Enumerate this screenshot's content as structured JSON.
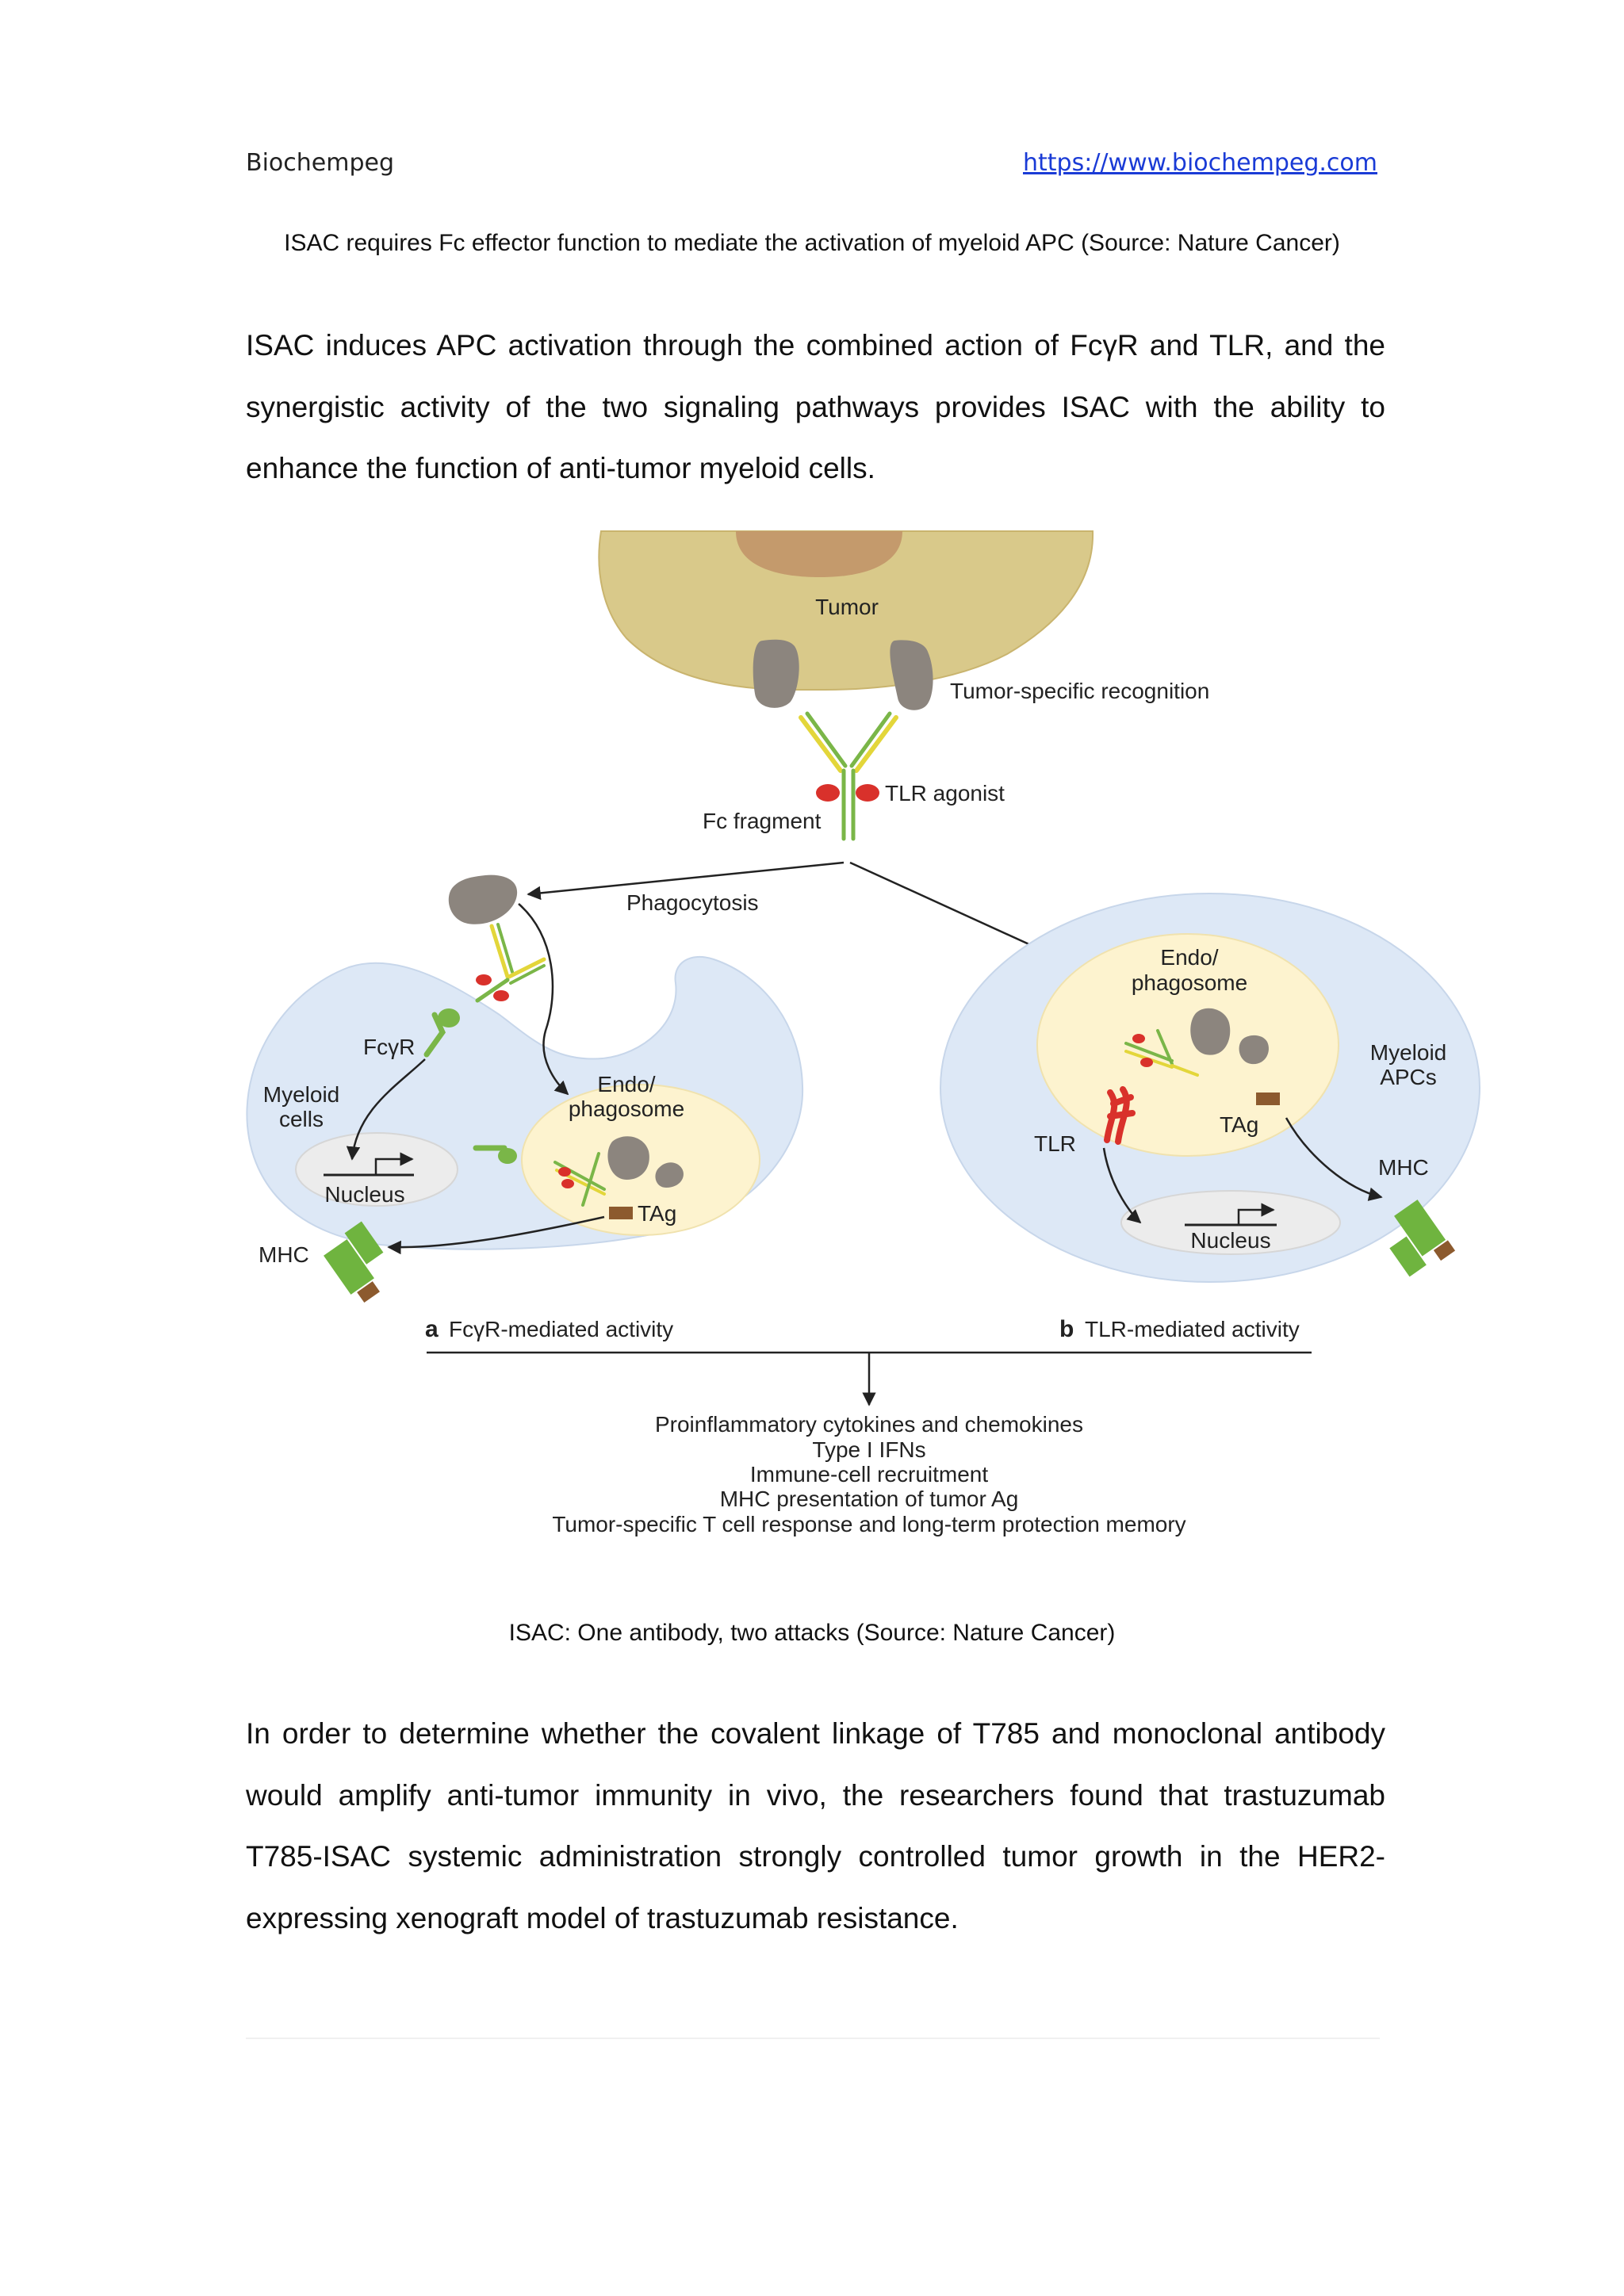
{
  "header": {
    "left": "Biochempeg",
    "right": "https://www.biochempeg.com"
  },
  "caption_top": "ISAC requires Fc effector function to mediate the activation of myeloid APC (Source: Nature Cancer)",
  "paragraph1": "ISAC induces APC activation through the combined action of FcγR and TLR, and the synergistic activity of the two signaling pathways provides ISAC with the ability to enhance the function of anti-tumor myeloid cells.",
  "figure": {
    "tumor": "Tumor",
    "tumor_recognition": "Tumor-specific recognition",
    "tlr_agonist": "TLR agonist",
    "fc_fragment": "Fc fragment",
    "phagocytosis": "Phagocytosis",
    "left_cell": {
      "fcgr": "FcγR",
      "myeloid_line1": "Myeloid",
      "myeloid_line2": "cells",
      "nucleus": "Nucleus",
      "endo_line1": "Endo/",
      "endo_line2": "phagosome",
      "tag": "TAg",
      "mhc": "MHC"
    },
    "right_cell": {
      "endo_line1": "Endo/",
      "endo_line2": "phagosome",
      "myeloid_line1": "Myeloid",
      "myeloid_line2": "APCs",
      "tag": "TAg",
      "tlr": "TLR",
      "mhc": "MHC",
      "nucleus": "Nucleus"
    },
    "panel_a_letter": "a",
    "panel_a_label": "FcγR-mediated activity",
    "panel_b_letter": "b",
    "panel_b_label": "TLR-mediated activity",
    "outcomes": [
      "Proinflammatory cytokines and chemokines",
      "Type I IFNs",
      "Immune-cell recruitment",
      "MHC presentation of tumor Ag",
      "Tumor-specific T cell response and long-term protection memory"
    ],
    "colors": {
      "tumor_cell": "#d9c98a",
      "tumor_nucleus": "#c49a6c",
      "myeloid_cell": "#dde8f6",
      "phagosome": "#fdf3cf",
      "antigen": "#8c857e",
      "antibody_green": "#7ab648",
      "antibody_yellow": "#e3d63a",
      "tlr_red": "#d9312b",
      "mhc_green": "#6fb43f",
      "tag_brown": "#8c5a2e"
    }
  },
  "caption_bottom": "ISAC: One antibody, two attacks (Source: Nature Cancer)",
  "paragraph2": "In order to determine whether the covalent linkage of T785 and monoclonal antibody would amplify anti-tumor immunity in vivo, the researchers found that trastuzumab T785-ISAC systemic administration strongly controlled tumor growth in the HER2-expressing xenograft model of trastuzumab resistance."
}
